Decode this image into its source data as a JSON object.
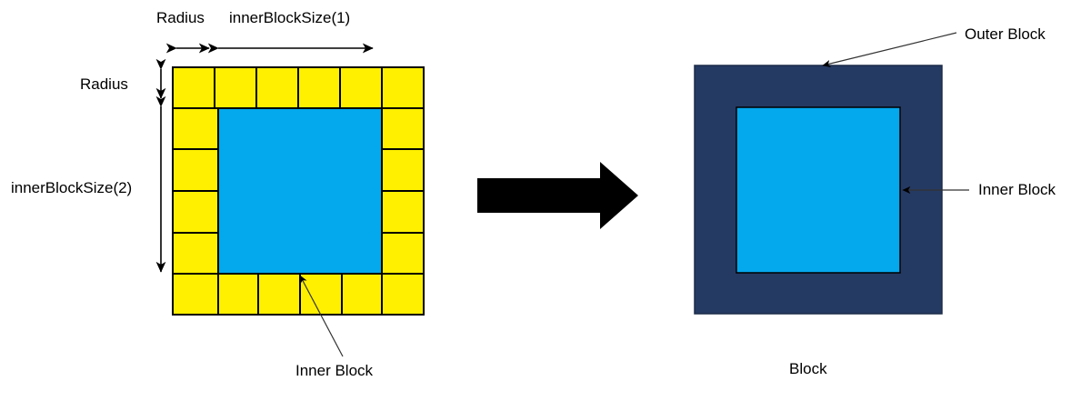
{
  "diagram": {
    "title": "Block decomposition diagram",
    "colors": {
      "cell_fill": "#FFF000",
      "inner_fill": "#04A8ED",
      "outer_fill": "#253A63",
      "stroke": "#000000",
      "background": "#FFFFFF"
    },
    "left_figure": {
      "name": "grid-figure",
      "grid_columns": 6,
      "grid_rows": 6,
      "border_ring_cells": 20,
      "inner_span_columns": 4,
      "inner_span_rows": 4,
      "labels": {
        "radius_top": "Radius",
        "inner_block_size_1": "innerBlockSize(1)",
        "radius_left": "Radius",
        "inner_block_size_2": "innerBlockSize(2)",
        "inner_block": "Inner Block"
      }
    },
    "transform_arrow": {
      "name": "transform-arrow",
      "direction": "right"
    },
    "right_figure": {
      "name": "block-figure",
      "labels": {
        "outer_block": "Outer Block",
        "inner_block": "Inner Block",
        "caption": "Block"
      }
    }
  }
}
